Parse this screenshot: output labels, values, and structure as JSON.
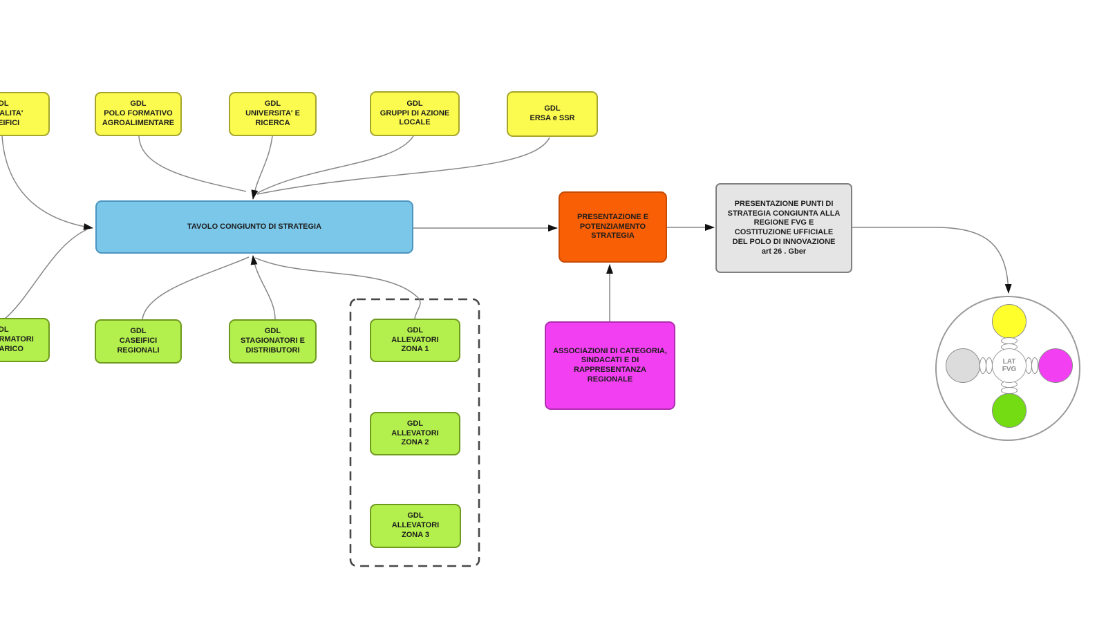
{
  "diagram": {
    "title_context": "Flowchart of GDL working groups feeding a joint strategy table for the LAT FVG innovation pole",
    "nodes": {
      "gdl_qualita": {
        "label": "GDL\nDI QUALITA'\nCASEIFICI",
        "color": "#FBFB4F"
      },
      "gdl_polo": {
        "label": "GDL\nPOLO FORMATIVO\nAGROALIMENTARE",
        "color": "#FBFB4F"
      },
      "gdl_universita": {
        "label": "GDL\nUNIVERSITA' E\nRICERCA",
        "color": "#FBFB4F"
      },
      "gdl_gruppi": {
        "label": "GDL\nGRUPPI DI AZIONE\nLOCALE",
        "color": "#FBFB4F"
      },
      "gdl_ersa": {
        "label": "GDL\nERSA e SSR",
        "color": "#FBFB4F"
      },
      "tavolo": {
        "label": "TAVOLO CONGIUNTO DI STRATEGIA",
        "color": "#7BC7EA"
      },
      "presentazione": {
        "label": "PRESENTAZIONE E\nPOTENZIAMENTO\nSTRATEGIA",
        "color": "#F95F05"
      },
      "punti_strategia": {
        "label": "PRESENTAZIONE PUNTI DI\nSTRATEGIA CONGIUNTA ALLA\nREGIONE FVG E\nCOSTITUZIONE UFFICIALE\nDEL POLO DI INNOVAZIONE\nart 26 . Gber",
        "color": "#E5E5E5"
      },
      "associazioni": {
        "label": "ASSOCIAZIONI DI CATEGORIA,\nSINDACATI E DI\nRAPPRESENTANZA\nREGIONALE",
        "color": "#F23FF2"
      },
      "gdl_trasformatori": {
        "label": "GDL\nTRASFORMATORI\nCASEARICO",
        "color": "#B3EF4D"
      },
      "gdl_caseifici": {
        "label": "GDL\nCASEIFICI\nREGIONALI",
        "color": "#B3EF4D"
      },
      "gdl_stagionatori": {
        "label": "GDL\nSTAGIONATORI E\nDISTRIBUTORI",
        "color": "#B3EF4D"
      },
      "gdl_allevatori_1": {
        "label": "GDL\nALLEVATORI\nZONA 1",
        "color": "#B3EF4D"
      },
      "gdl_allevatori_2": {
        "label": "GDL\nALLEVATORI\nZONA 2",
        "color": "#B3EF4D"
      },
      "gdl_allevatori_3": {
        "label": "GDL\nALLEVATORI\nZONA 3",
        "color": "#B3EF4D"
      }
    },
    "hub": {
      "label": "LAT\nFVG",
      "satellites": [
        {
          "position": "top",
          "color": "#FFFF2B"
        },
        {
          "position": "left",
          "color": "#DCDCDC"
        },
        {
          "position": "right",
          "color": "#F23FF2"
        },
        {
          "position": "bottom",
          "color": "#73DC12"
        }
      ]
    },
    "colors": {
      "yellow_fill": "#FBFB4F",
      "yellow_border": "#A5A52B",
      "green_fill": "#B3EF4D",
      "green_border": "#6E9A1E",
      "blue_fill": "#7BC7EA",
      "blue_border": "#4A94BE",
      "orange_fill": "#F95F05",
      "orange_border": "#C64A04",
      "gray_fill": "#E5E5E5",
      "gray_border": "#7F7F7F",
      "magenta_fill": "#F23FF2",
      "magenta_border": "#AE2EAE",
      "connector_line": "#868686",
      "arrowhead": "#111111"
    }
  }
}
